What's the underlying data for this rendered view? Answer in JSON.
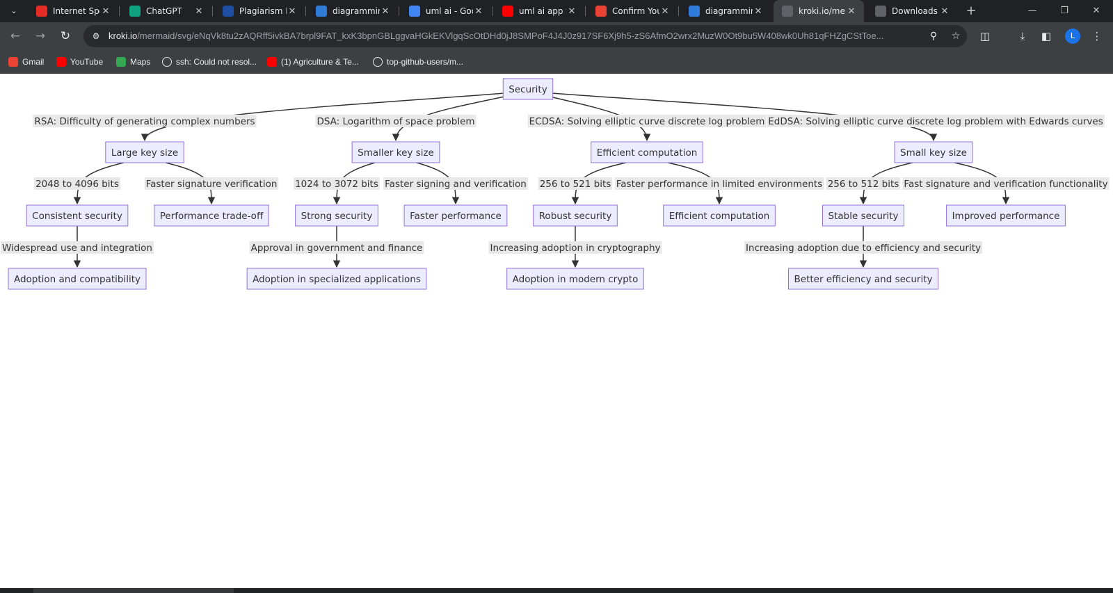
{
  "browser": {
    "tabs": [
      {
        "title": "Internet Spe",
        "icon": "speedtest-icon",
        "color": "#e52d27"
      },
      {
        "title": "ChatGPT",
        "icon": "chatgpt-icon",
        "color": "#10a37f"
      },
      {
        "title": "Plagiarism R",
        "icon": "plagiarism-icon",
        "color": "#1e4fa3"
      },
      {
        "title": "diagrammin",
        "icon": "diagram-icon",
        "color": "#2f7bd8"
      },
      {
        "title": "uml ai - Goo",
        "icon": "google-icon",
        "color": "#4285f4"
      },
      {
        "title": "uml ai app f",
        "icon": "youtube-icon",
        "color": "#ff0000"
      },
      {
        "title": "Confirm You",
        "icon": "gmail-icon",
        "color": "#ea4335"
      },
      {
        "title": "diagrammin",
        "icon": "diagram-icon",
        "color": "#2f7bd8"
      },
      {
        "title": "kroki.io/mer",
        "icon": "kroki-icon",
        "color": "#5f6368"
      },
      {
        "title": "Downloads",
        "icon": "download-icon",
        "color": "#5f6368"
      }
    ],
    "active_tab_index": 8,
    "address": {
      "host": "kroki.io",
      "path": "/mermaid/svg/eNqVk8tu2zAQRff5ivkBA7brpl9FAT_kxK3bpnGBLggvaHGkEKVlgqScOtDHd0jJ8SMPoF4J4J0z917SF6Xj9h5-zS6AfmO2wrx2MuzW0Ot9bu5W408wk0Uh81qFHZgCStToe..."
    },
    "bookmarks": [
      {
        "label": "Gmail",
        "icon": "gmail-icon",
        "color": "#ea4335"
      },
      {
        "label": "YouTube",
        "icon": "youtube-icon",
        "color": "#ff0000"
      },
      {
        "label": "Maps",
        "icon": "maps-icon",
        "color": "#34a853"
      },
      {
        "label": "ssh: Could not resol...",
        "icon": "globe-icon",
        "color": "#5f6368"
      },
      {
        "label": "(1) Agriculture & Te...",
        "icon": "youtube-icon",
        "color": "#ff0000"
      },
      {
        "label": "top-github-users/m...",
        "icon": "globe-icon",
        "color": "#5f6368"
      }
    ],
    "profile_initial": "L"
  },
  "diagram": {
    "colors": {
      "node_fill": "#ECECFF",
      "node_stroke": "#9370DB",
      "edge": "#333333",
      "label_bg": "#e8e8e8"
    },
    "root": "Security",
    "branches": [
      {
        "edge": "RSA: Difficulty of generating complex numbers",
        "node": "Large key size",
        "left_edge": "2048 to 4096 bits",
        "left_node": "Consistent security",
        "right_edge": "Faster signature verification",
        "right_node": "Performance trade-off",
        "bottom_edge": "Widespread use and integration",
        "bottom_node": "Adoption and compatibility"
      },
      {
        "edge": "DSA: Logarithm of space problem",
        "node": "Smaller key size",
        "left_edge": "1024 to 3072 bits",
        "left_node": "Strong security",
        "right_edge": "Faster signing and verification",
        "right_node": "Faster performance",
        "bottom_edge": "Approval in government and finance",
        "bottom_node": "Adoption in specialized applications"
      },
      {
        "edge": "ECDSA: Solving elliptic curve discrete log problem",
        "node": "Efficient computation",
        "left_edge": "256 to 521 bits",
        "left_node": "Robust security",
        "right_edge": "Faster performance in limited environments",
        "right_node": "Efficient computation",
        "bottom_edge": "Increasing adoption in cryptography",
        "bottom_node": "Adoption in modern crypto"
      },
      {
        "edge": "EdDSA: Solving elliptic curve discrete log problem with Edwards curves",
        "node": "Small key size",
        "left_edge": "256 to 512 bits",
        "left_node": "Stable security",
        "right_edge": "Fast signature and verification functionality",
        "right_node": "Improved performance",
        "bottom_edge": "Increasing adoption due to efficiency and security",
        "bottom_node": "Better efficiency and security"
      }
    ]
  }
}
